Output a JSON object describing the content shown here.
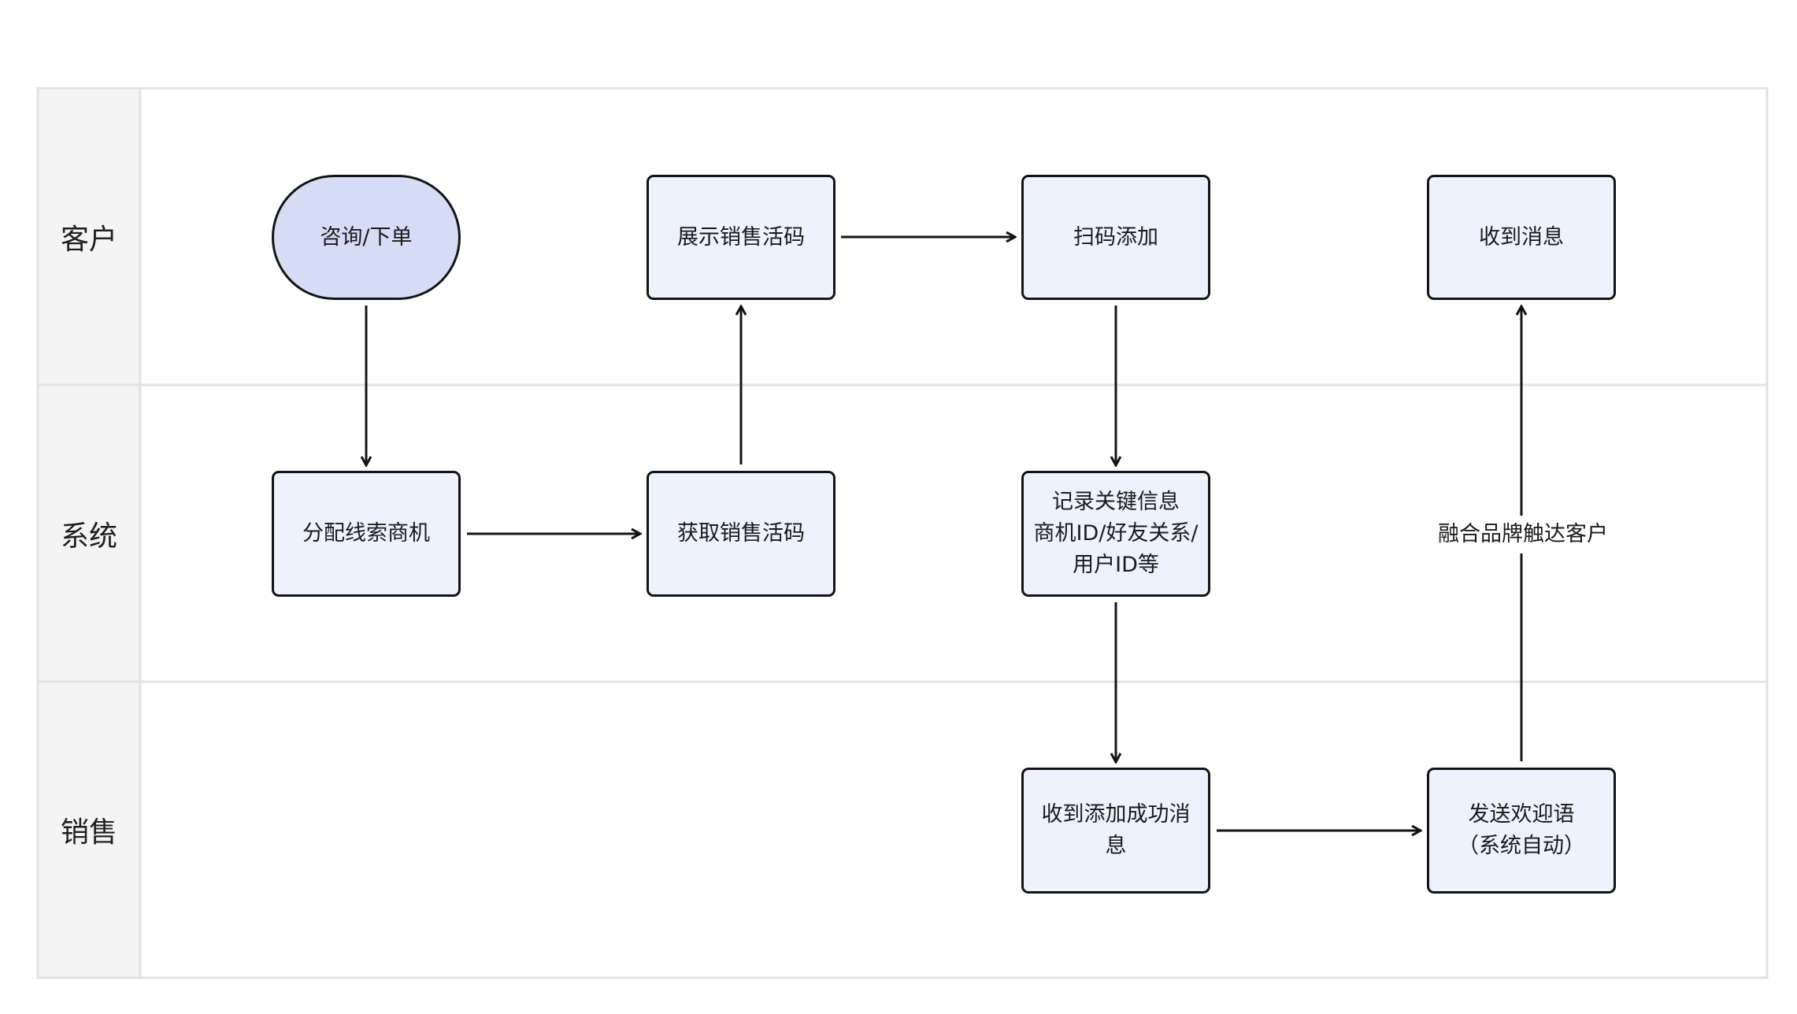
{
  "lanes": [
    {
      "id": "customer",
      "label": "客户"
    },
    {
      "id": "system",
      "label": "系统"
    },
    {
      "id": "sales",
      "label": "销售"
    }
  ],
  "nodes": [
    {
      "id": "inquire-order",
      "lane": "customer",
      "shape": "terminal",
      "label": "咨询/下单"
    },
    {
      "id": "show-sales-code",
      "lane": "customer",
      "shape": "process",
      "label": "展示销售活码"
    },
    {
      "id": "scan-add",
      "lane": "customer",
      "shape": "process",
      "label": "扫码添加"
    },
    {
      "id": "receive-message",
      "lane": "customer",
      "shape": "process",
      "label": "收到消息"
    },
    {
      "id": "assign-lead",
      "lane": "system",
      "shape": "process",
      "label": "分配线索商机"
    },
    {
      "id": "get-sales-code",
      "lane": "system",
      "shape": "process",
      "label": "获取销售活码"
    },
    {
      "id": "record-info",
      "lane": "system",
      "shape": "process",
      "label": "记录关键信息\n商机ID/好友关系/\n用户ID等"
    },
    {
      "id": "receive-add-success",
      "lane": "sales",
      "shape": "process",
      "label": "收到添加成功消\n息"
    },
    {
      "id": "send-welcome",
      "lane": "sales",
      "shape": "process",
      "label": "发送欢迎语\n（系统自动）"
    }
  ],
  "edges": [
    {
      "from": "inquire-order",
      "to": "assign-lead",
      "label": ""
    },
    {
      "from": "assign-lead",
      "to": "get-sales-code",
      "label": ""
    },
    {
      "from": "get-sales-code",
      "to": "show-sales-code",
      "label": ""
    },
    {
      "from": "show-sales-code",
      "to": "scan-add",
      "label": ""
    },
    {
      "from": "scan-add",
      "to": "record-info",
      "label": ""
    },
    {
      "from": "record-info",
      "to": "receive-add-success",
      "label": ""
    },
    {
      "from": "receive-add-success",
      "to": "send-welcome",
      "label": ""
    },
    {
      "from": "send-welcome",
      "to": "receive-message",
      "label": "融合品牌触达客户"
    }
  ],
  "colors": {
    "lane_border": "#e2e2e2",
    "lane_header_bg": "#f4f4f4",
    "node_fill": "#eef2fd",
    "terminal_fill": "#d7dcf6",
    "stroke": "#141414"
  }
}
